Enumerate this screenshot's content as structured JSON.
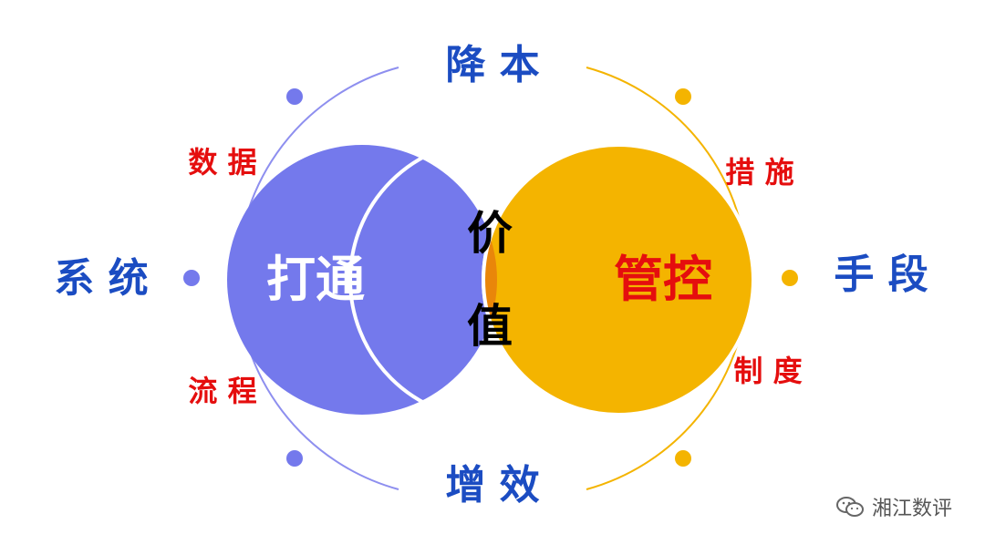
{
  "center": {
    "text_top": "价",
    "text_bottom": "值"
  },
  "left_circle": {
    "text": "打通"
  },
  "right_circle": {
    "text": "管控"
  },
  "outer": {
    "top": "降 本",
    "bottom": "增 效",
    "left": "系 统",
    "right": "手 段"
  },
  "left_arc": {
    "upper": "数 据",
    "lower": "流 程"
  },
  "right_arc": {
    "upper": "措 施",
    "lower": "制 度"
  },
  "watermark": {
    "text": "湘江数评",
    "icon": "wechat-icon"
  },
  "colors": {
    "purple": "#7479EC",
    "gold": "#F4B400",
    "orange": "#E9860A",
    "blue": "#1B4CC2",
    "red": "#E50E0E",
    "black": "#000000",
    "white": "#ffffff"
  }
}
